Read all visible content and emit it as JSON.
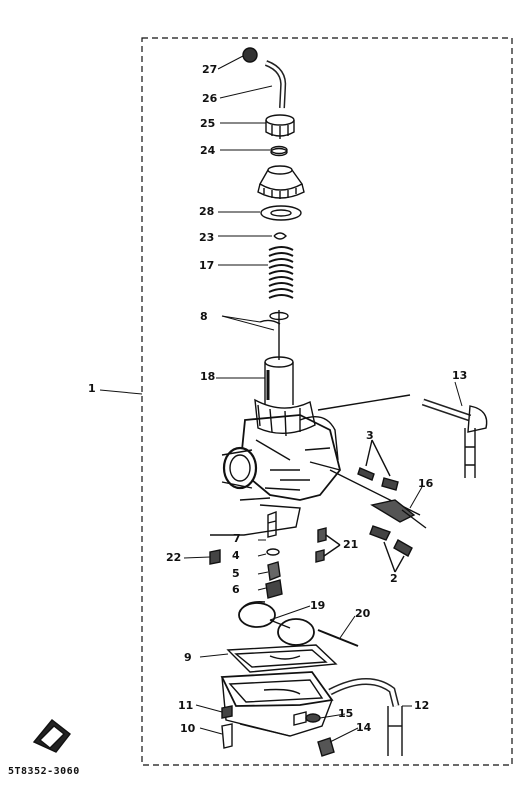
{
  "diagram": {
    "code": "5T8352-3060",
    "labels": {
      "p1": "1",
      "p2": "2",
      "p3": "3",
      "p4": "4",
      "p5": "5",
      "p6": "6",
      "p7": "7",
      "p8": "8",
      "p9": "9",
      "p10": "10",
      "p11": "11",
      "p12": "12",
      "p13": "13",
      "p14": "14",
      "p15": "15",
      "p16": "16",
      "p17": "17",
      "p18": "18",
      "p19": "19",
      "p20": "20",
      "p21": "21",
      "p22": "22",
      "p23": "23",
      "p24": "24",
      "p25": "25",
      "p26": "26",
      "p27": "27",
      "p28": "28"
    }
  }
}
